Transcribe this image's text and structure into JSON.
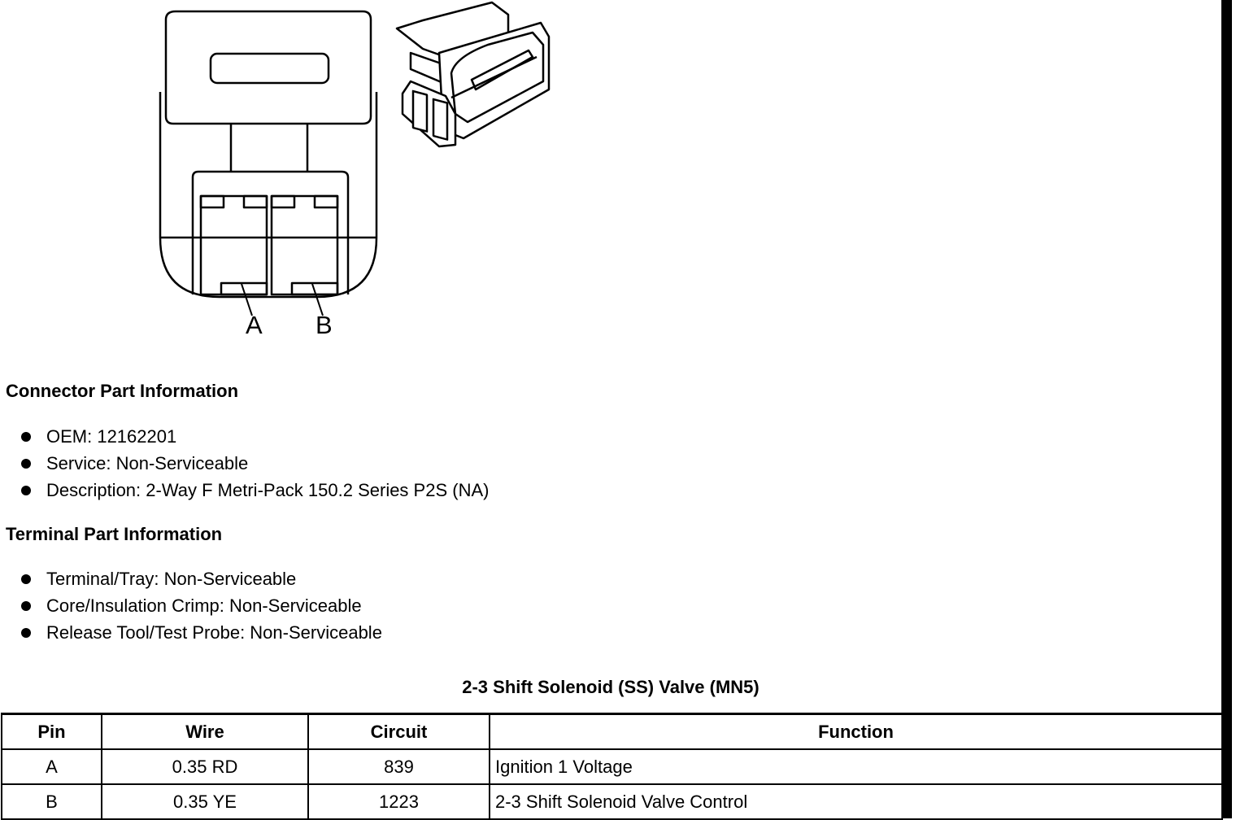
{
  "diagram": {
    "pin_labels": [
      "A",
      "B"
    ]
  },
  "connector_info": {
    "heading": "Connector Part Information",
    "items": [
      "OEM: 12162201",
      "Service: Non-Serviceable",
      "Description: 2-Way F Metri-Pack 150.2 Series P2S (NA)"
    ]
  },
  "terminal_info": {
    "heading": "Terminal Part Information",
    "items": [
      "Terminal/Tray: Non-Serviceable",
      "Core/Insulation Crimp: Non-Serviceable",
      "Release Tool/Test Probe: Non-Serviceable"
    ]
  },
  "table": {
    "title": "2-3 Shift Solenoid (SS) Valve (MN5)",
    "headers": [
      "Pin",
      "Wire",
      "Circuit",
      "Function"
    ],
    "rows": [
      [
        "A",
        "0.35 RD",
        "839",
        "Ignition 1 Voltage"
      ],
      [
        "B",
        "0.35 YE",
        "1223",
        "2-3 Shift Solenoid Valve Control"
      ]
    ]
  }
}
